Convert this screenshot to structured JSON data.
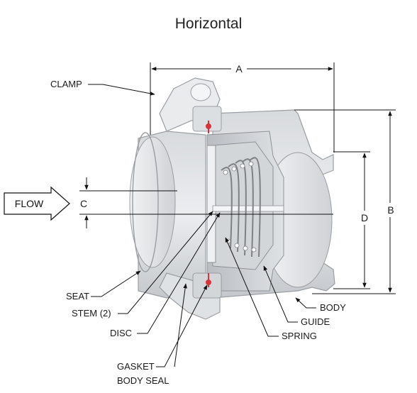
{
  "title": "Horizontal",
  "flow_label": "FLOW",
  "dimensions": {
    "a": "A",
    "b": "B",
    "c": "C",
    "d": "D"
  },
  "labels": {
    "clamp": "CLAMP",
    "seat": "SEAT",
    "stem": "STEM (2)",
    "disc": "DISC",
    "gasket": "GASKET",
    "body_seal": "BODY SEAL",
    "body": "BODY",
    "guide": "GUIDE",
    "spring": "SPRING"
  },
  "colors": {
    "metal_light": "#e4e6e8",
    "metal_mid": "#c9ccd0",
    "metal_dark": "#a4a8ad",
    "gasket_red": "#d9323a",
    "line": "#111111"
  }
}
